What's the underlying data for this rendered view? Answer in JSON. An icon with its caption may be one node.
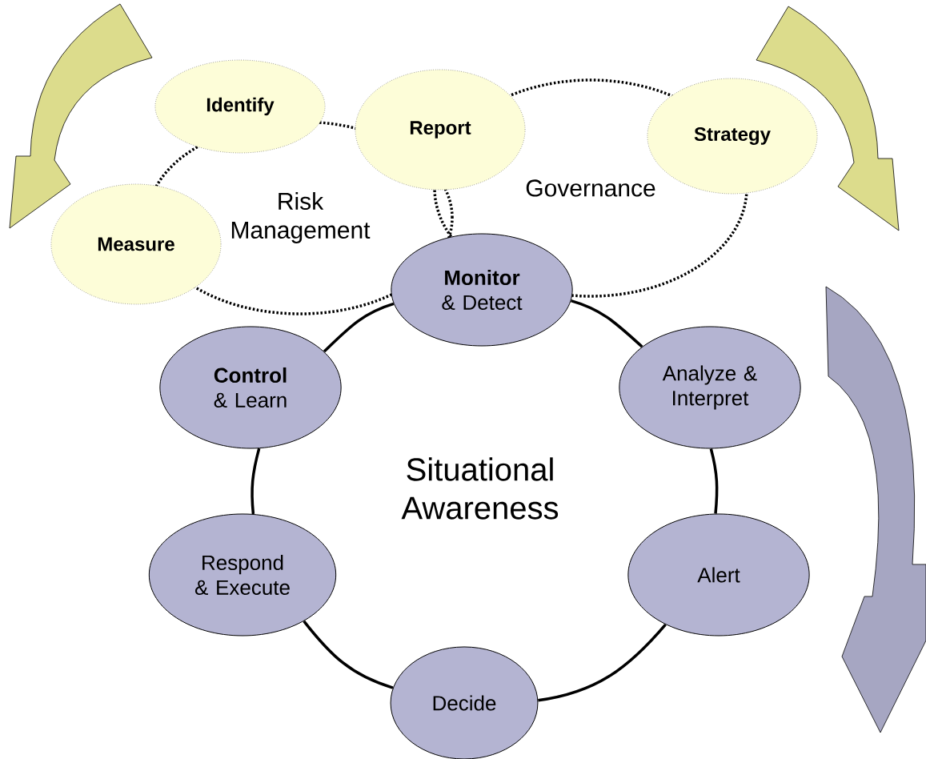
{
  "diagram": {
    "nodes": [
      {
        "text": [
          "Identify"
        ]
      },
      {
        "text": [
          "Report"
        ]
      },
      {
        "text": [
          "Strategy"
        ]
      },
      {
        "text": [
          "Governance"
        ]
      },
      {
        "text": [
          "Measure"
        ]
      },
      {
        "text": [
          "Risk Management"
        ]
      },
      {
        "text": [
          "**Monitor** & Detect"
        ]
      },
      {
        "text": [
          "**Control** & Learn"
        ]
      },
      {
        "text": [
          "Analyze & Interpret"
        ]
      },
      {
        "text": [
          "Respond & Execute"
        ]
      },
      {
        "text": [
          "Alert"
        ]
      },
      {
        "text": [
          "Decide"
        ]
      }
    ],
    "edges": [
      {
        "from": 6,
        "to": 8,
        "arrow": "none"
      },
      {
        "from": 8,
        "to": 10,
        "arrow": "none"
      },
      {
        "from": 10,
        "to": 11,
        "arrow": "none"
      },
      {
        "from": 11,
        "to": 9,
        "arrow": "none"
      },
      {
        "from": 9,
        "to": 7,
        "arrow": "none"
      },
      {
        "from": 7,
        "to": 6,
        "arrow": "none"
      }
    ],
    "labels": [
      "Situational Awareness"
    ]
  }
}
